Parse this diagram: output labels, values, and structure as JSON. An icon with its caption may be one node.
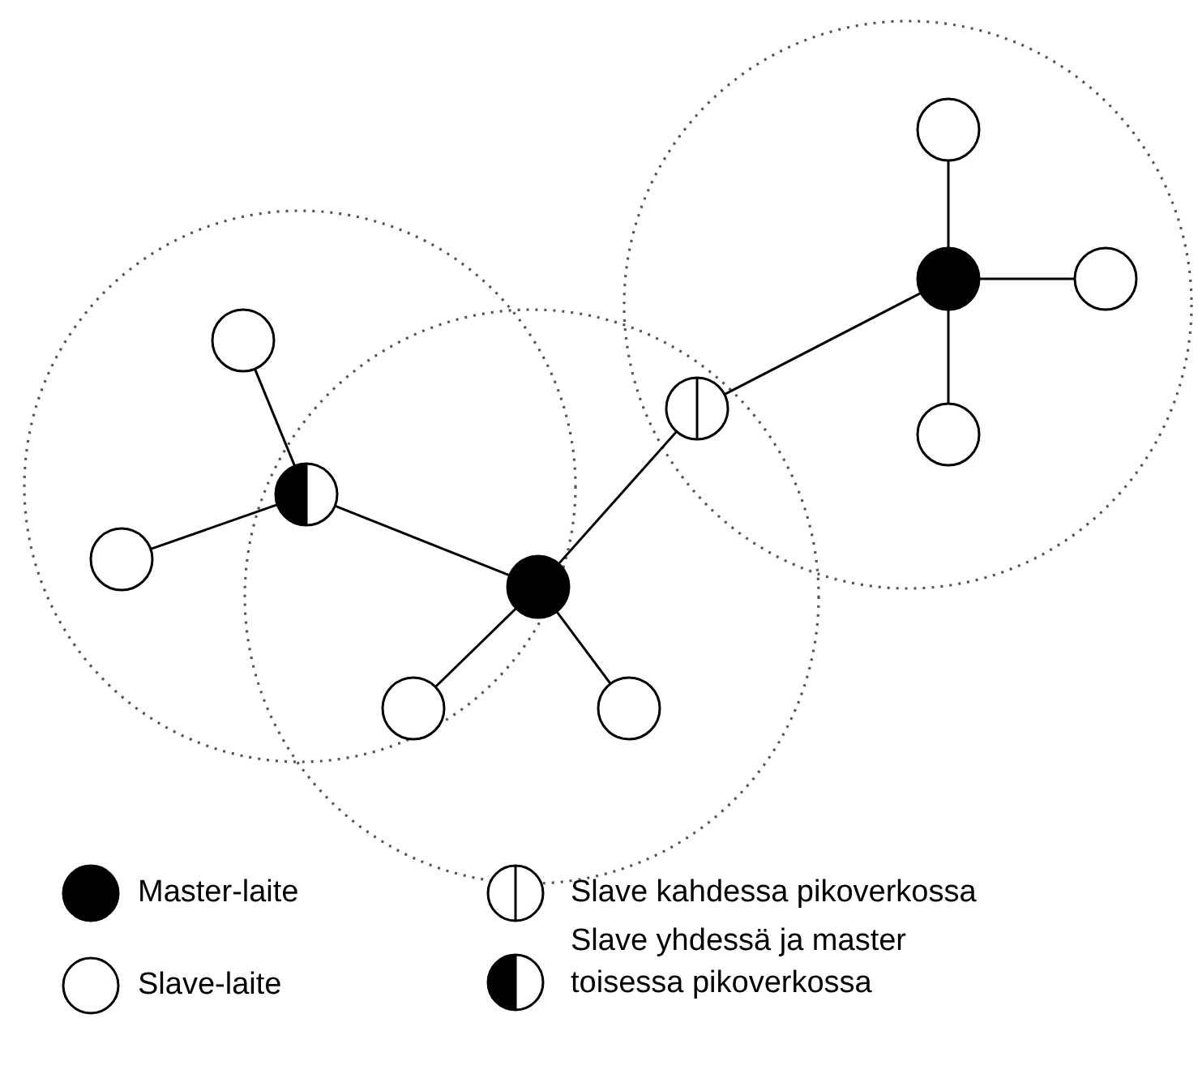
{
  "diagram": {
    "nodes": [
      {
        "text": [],
        "shape": "circle"
      },
      {
        "text": [],
        "shape": "circle"
      },
      {
        "text": [],
        "shape": "circle"
      },
      {
        "text": [],
        "shape": "circle"
      },
      {
        "text": [],
        "shape": "circle"
      },
      {
        "text": [],
        "shape": "circle"
      },
      {
        "text": [],
        "shape": "circle"
      },
      {
        "text": [],
        "shape": "circle"
      },
      {
        "text": [],
        "shape": "circle"
      },
      {
        "text": [],
        "shape": "circle"
      },
      {
        "text": [],
        "shape": "circle"
      }
    ],
    "edges": [
      {
        "from": 0,
        "to": 1,
        "arrow": "none"
      },
      {
        "from": 1,
        "to": 2,
        "arrow": "none"
      },
      {
        "from": 1,
        "to": 5,
        "arrow": "none"
      },
      {
        "from": 4,
        "to": 1,
        "arrow": "none"
      },
      {
        "from": 3,
        "to": 6,
        "arrow": "none"
      },
      {
        "from": 7,
        "to": 6,
        "arrow": "none"
      },
      {
        "from": 6,
        "to": 8,
        "arrow": "none"
      },
      {
        "from": 8,
        "to": 4,
        "arrow": "none"
      },
      {
        "from": 8,
        "to": 9,
        "arrow": "none"
      },
      {
        "from": 8,
        "to": 10,
        "arrow": "none"
      }
    ],
    "legend": [
      {
        "text": "Master-laite"
      },
      {
        "text": "Slave-laite"
      },
      {
        "text": "Slave kahdessa pikoverkossa"
      },
      {
        "text": "Slave yhdessä ja master toisessa pikoverkossa"
      }
    ]
  }
}
